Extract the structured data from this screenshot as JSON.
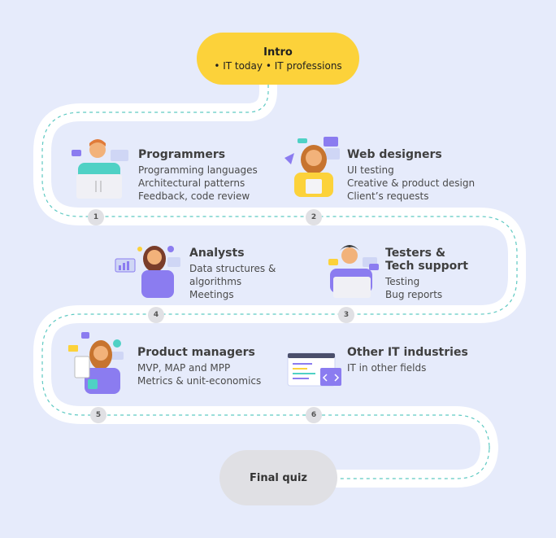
{
  "intro": {
    "title": "Intro",
    "subtitle": "• IT today  • IT professions"
  },
  "final": {
    "title": "Final quiz"
  },
  "steps": [
    {
      "number": "1",
      "title": "Programmers",
      "lines": [
        "Programming languages",
        "Architectural patterns",
        "Feedback, code review"
      ],
      "icon": "programmer-illustration"
    },
    {
      "number": "2",
      "title": "Web designers",
      "lines": [
        "UI testing",
        "Creative & product design",
        "Client’s requests"
      ],
      "icon": "web-designer-illustration"
    },
    {
      "number": "3",
      "title": "Testers &\nTech support",
      "lines": [
        "Testing",
        "Bug reports"
      ],
      "icon": "tester-illustration"
    },
    {
      "number": "4",
      "title": "Analysts",
      "lines": [
        "Data structures &",
        "algorithms",
        "Meetings"
      ],
      "icon": "analyst-illustration"
    },
    {
      "number": "5",
      "title": "Product managers",
      "lines": [
        "MVP, MAP and MPP",
        "Metrics & unit-economics"
      ],
      "icon": "product-manager-illustration"
    },
    {
      "number": "6",
      "title": "Other IT industries",
      "lines": [
        "IT in other fields"
      ],
      "icon": "code-window-illustration"
    }
  ],
  "colors": {
    "background": "#e6ebfb",
    "road": "#ffffff",
    "road_dash": "#5ec9c2",
    "intro": "#fcd23a",
    "final": "#e0e0e4",
    "text": "#4a4a4a",
    "accent_purple": "#8b7cf0"
  }
}
